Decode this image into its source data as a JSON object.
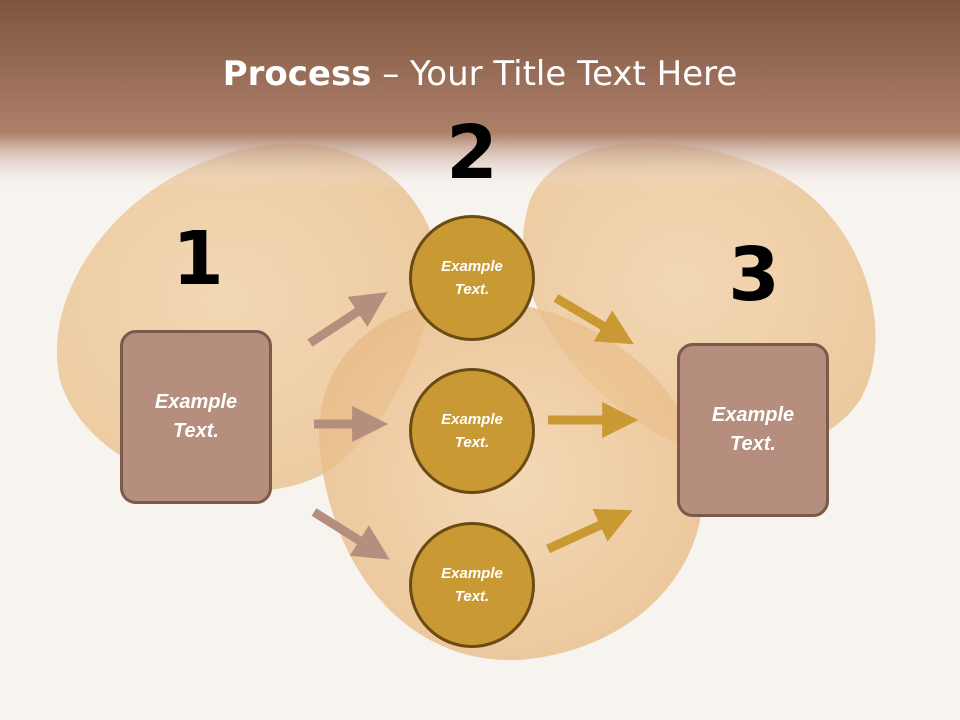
{
  "title": {
    "bold": "Process",
    "rest": " – Your Title Text Here"
  },
  "steps": {
    "one": "1",
    "two": "2",
    "three": "3"
  },
  "boxes": {
    "left": "Example Text.",
    "right": "Example Text."
  },
  "circles": {
    "top": "Example Text.",
    "middle": "Example Text.",
    "bottom": "Example Text."
  },
  "colors": {
    "header_band": "#8a5e46",
    "box_fill": "#b58e7d",
    "box_border": "#7a5a4a",
    "circle_fill": "#c99a33",
    "circle_border": "#6b4a14",
    "arrow_left": "#b58e7d",
    "arrow_right": "#c99a33"
  }
}
